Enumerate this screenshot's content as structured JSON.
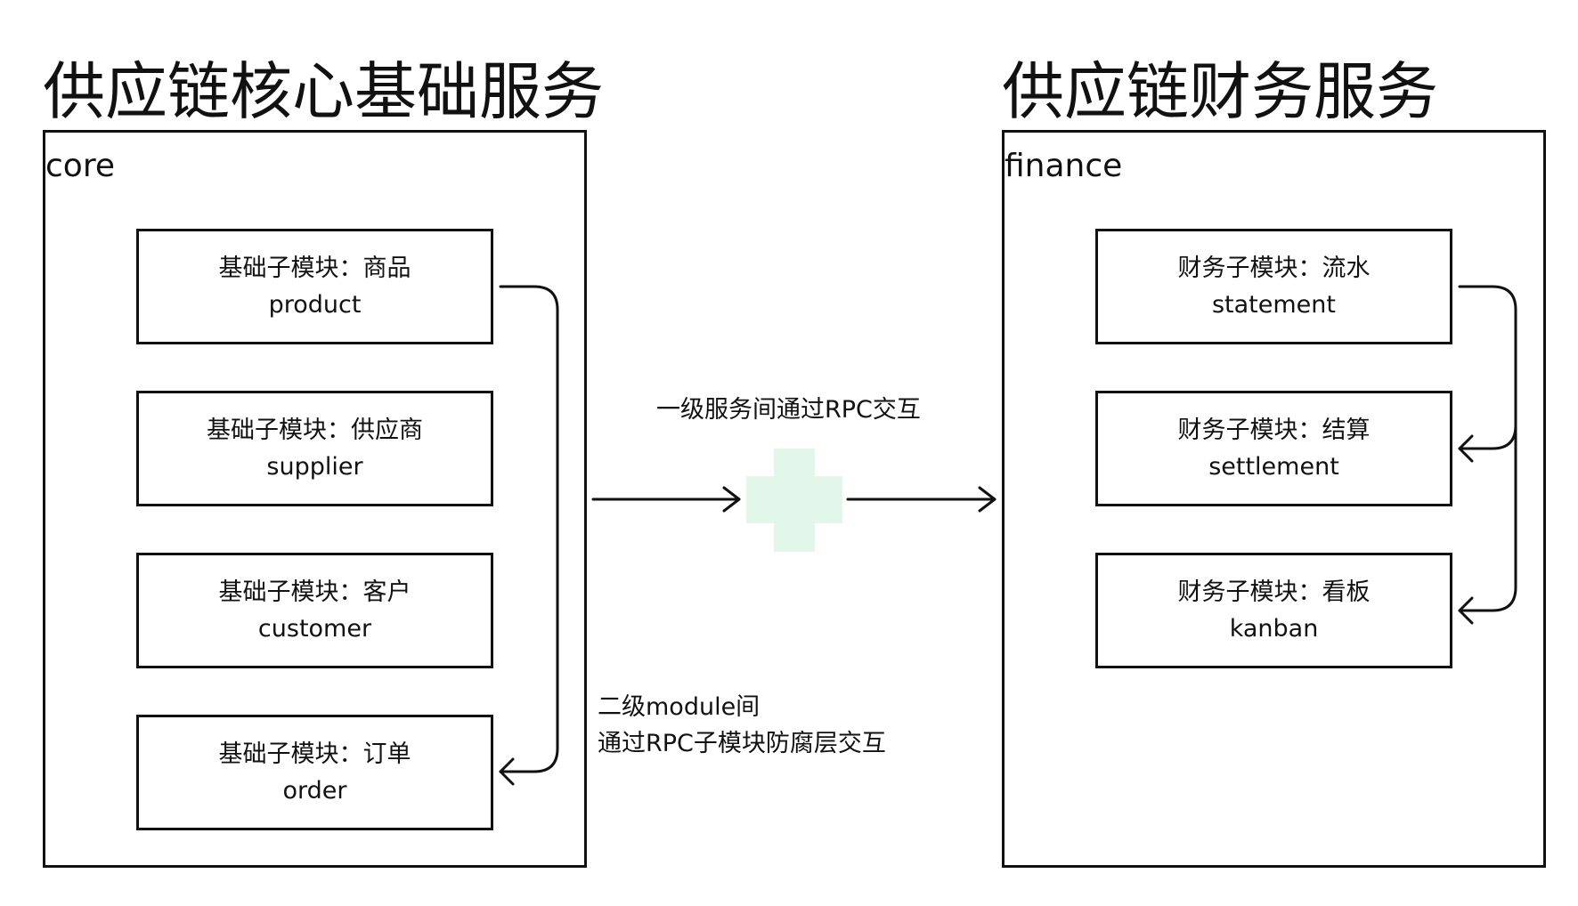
{
  "services": [
    {
      "title": "供应链核心基础服务",
      "label": "core",
      "modules": [
        {
          "title": "基础子模块：商品",
          "subtitle": "product"
        },
        {
          "title": "基础子模块：供应商",
          "subtitle": "supplier"
        },
        {
          "title": "基础子模块：客户",
          "subtitle": "customer"
        },
        {
          "title": "基础子模块：订单",
          "subtitle": "order"
        }
      ]
    },
    {
      "title": "供应链财务服务",
      "label": "finance",
      "modules": [
        {
          "title": "财务子模块：流水",
          "subtitle": "statement"
        },
        {
          "title": "财务子模块：结算",
          "subtitle": "settlement"
        },
        {
          "title": "财务子模块：看板",
          "subtitle": "kanban"
        }
      ]
    }
  ],
  "notes": {
    "rpc_between_services": "一级服务间通过RPC交互",
    "module_line1": "二级module间",
    "module_line2": "通过RPC子模块防腐层交互"
  },
  "colors": {
    "stroke": "#111111",
    "plus": "#e3f6ea"
  }
}
